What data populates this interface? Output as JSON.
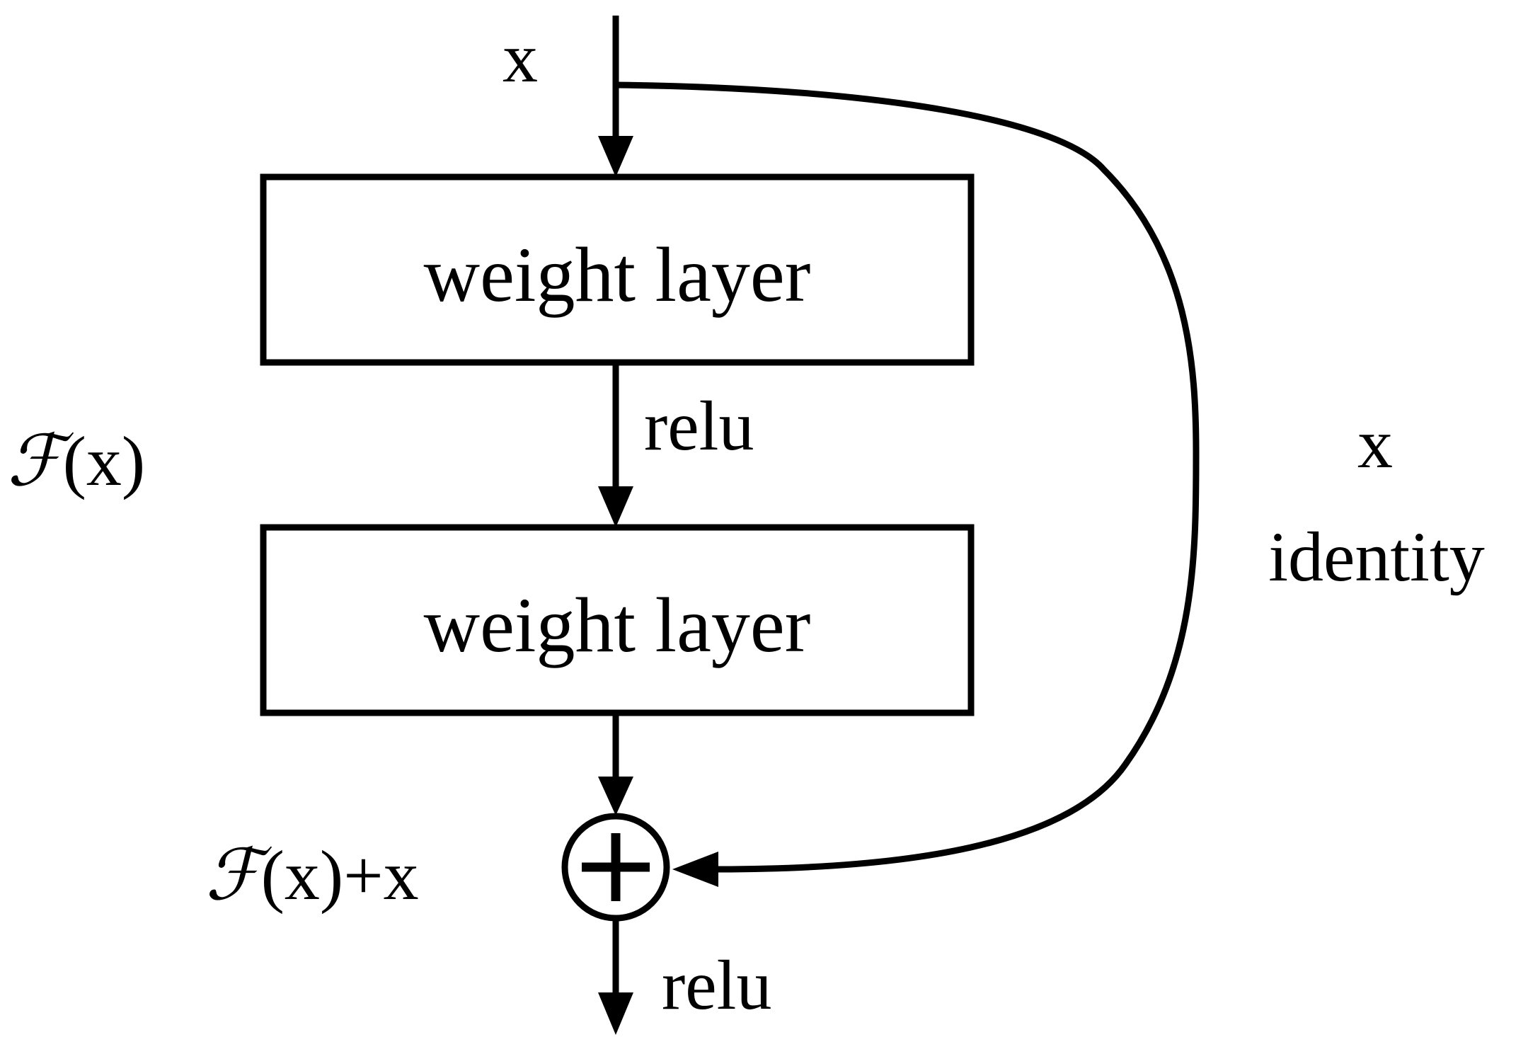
{
  "input_label": "x",
  "blocks": [
    {
      "label": "weight layer"
    },
    {
      "label": "weight layer"
    }
  ],
  "activation_between": "relu",
  "residual_label": {
    "script_f": "ℱ",
    "rest": "(x)"
  },
  "sum_label": {
    "script_f": "ℱ",
    "rest": "(x)+x"
  },
  "sum_symbol": "+",
  "output_activation": "relu",
  "shortcut_label": {
    "line1": "x",
    "line2": "identity"
  }
}
